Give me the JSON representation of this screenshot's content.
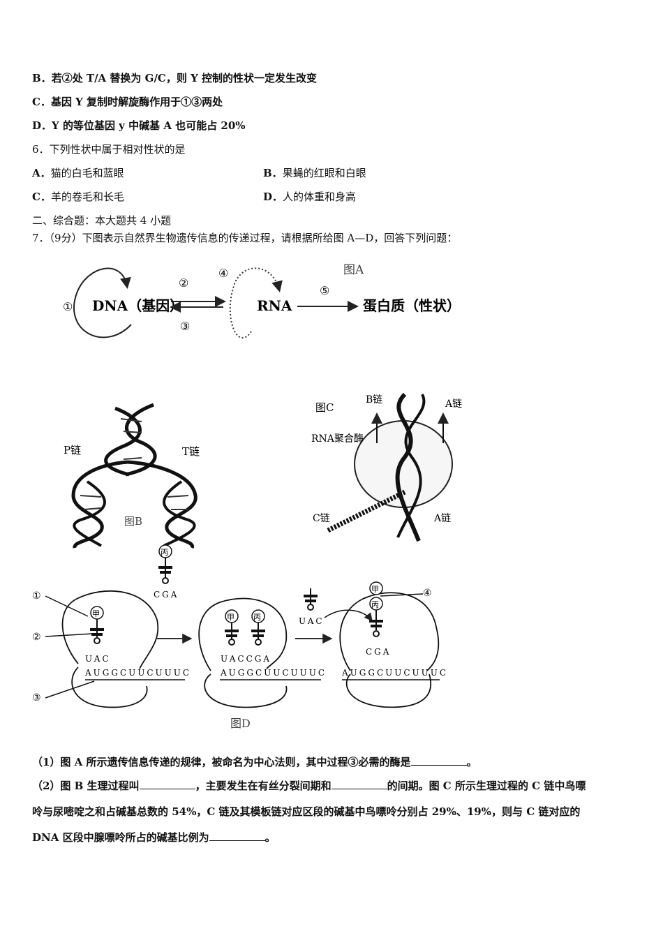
{
  "options_q5": [
    {
      "label": "B．",
      "text": "若②处 T/A 替换为 G/C，则 Y 控制的性状一定发生改变"
    },
    {
      "label": "C．",
      "text": "基因 Y 复制时解旋酶作用于①③两处"
    },
    {
      "label": "D．",
      "text": "Y 的等位基因 y 中碱基 A 也可能占 20%"
    }
  ],
  "q6": {
    "stem": "6．下列性状中属于相对性状的是",
    "options": [
      {
        "label": "A．",
        "text": "猫的白毛和蓝眼"
      },
      {
        "label": "B．",
        "text": "果蝇的红眼和白眼"
      },
      {
        "label": "C．",
        "text": "羊的卷毛和长毛"
      },
      {
        "label": "D．",
        "text": "人的体重和身高"
      }
    ]
  },
  "section2": {
    "title": "二、综合题：本大题共 4 小题"
  },
  "q7": {
    "stem": "7．（9分）下图表示自然界生物遗传信息的传递过程，请根据所给图 A—D，回答下列问题：",
    "figA": {
      "caption": "图A",
      "dna": "DNA（基因）",
      "rna": "RNA",
      "protein": "蛋白质（性状）",
      "marks": [
        "①",
        "②",
        "③",
        "④",
        "⑤"
      ]
    },
    "figB": {
      "caption": "图B",
      "p_strand": "P链",
      "t_strand": "T链"
    },
    "figC": {
      "caption": "图C",
      "b_strand": "B链",
      "a_strand_top": "A链",
      "enzyme": "RNA聚合酶",
      "c_strand": "C链",
      "a_strand_bottom": "A链"
    },
    "figD": {
      "caption": "图D",
      "marks": [
        "①",
        "②",
        "③",
        "④"
      ],
      "trna_top": {
        "amino": "丙",
        "anticodon": "CGA"
      },
      "trna_leaving": {
        "anticodon": "UAC"
      },
      "amino_jia": "甲",
      "amino_bing": "丙",
      "stage1": {
        "anticodon": "UAC",
        "mrna": "AUGGCUUCUUUC"
      },
      "stage2": {
        "anticodon": "UACCGA",
        "mrna": "AUGGCUUCUUUC"
      },
      "stage3": {
        "anticodon": "CGA",
        "mrna": "AUGGCUUCUUUC"
      }
    },
    "sub1": {
      "prefix": "（1）图 A 所示遗传信息传递的规律，被命名为中心法则，其中过程③必需的酶是",
      "suffix": "。"
    },
    "sub2": {
      "line1_a": "（2）图 B 生理过程叫",
      "line1_b": "，主要发生在有丝分裂间期和",
      "line1_c": "的间期。图 C 所示生理过程的 C 链中鸟嘌",
      "line2": "呤与尿嘧啶之和占碱基总数的 54%，C 链及其模板链对应区段的碱基中鸟嘌呤分别占 29%、19%，则与 C 链对应的",
      "line3_a": "DNA 区段中腺嘌呤所占的碱基比例为",
      "line3_b": "。"
    }
  }
}
